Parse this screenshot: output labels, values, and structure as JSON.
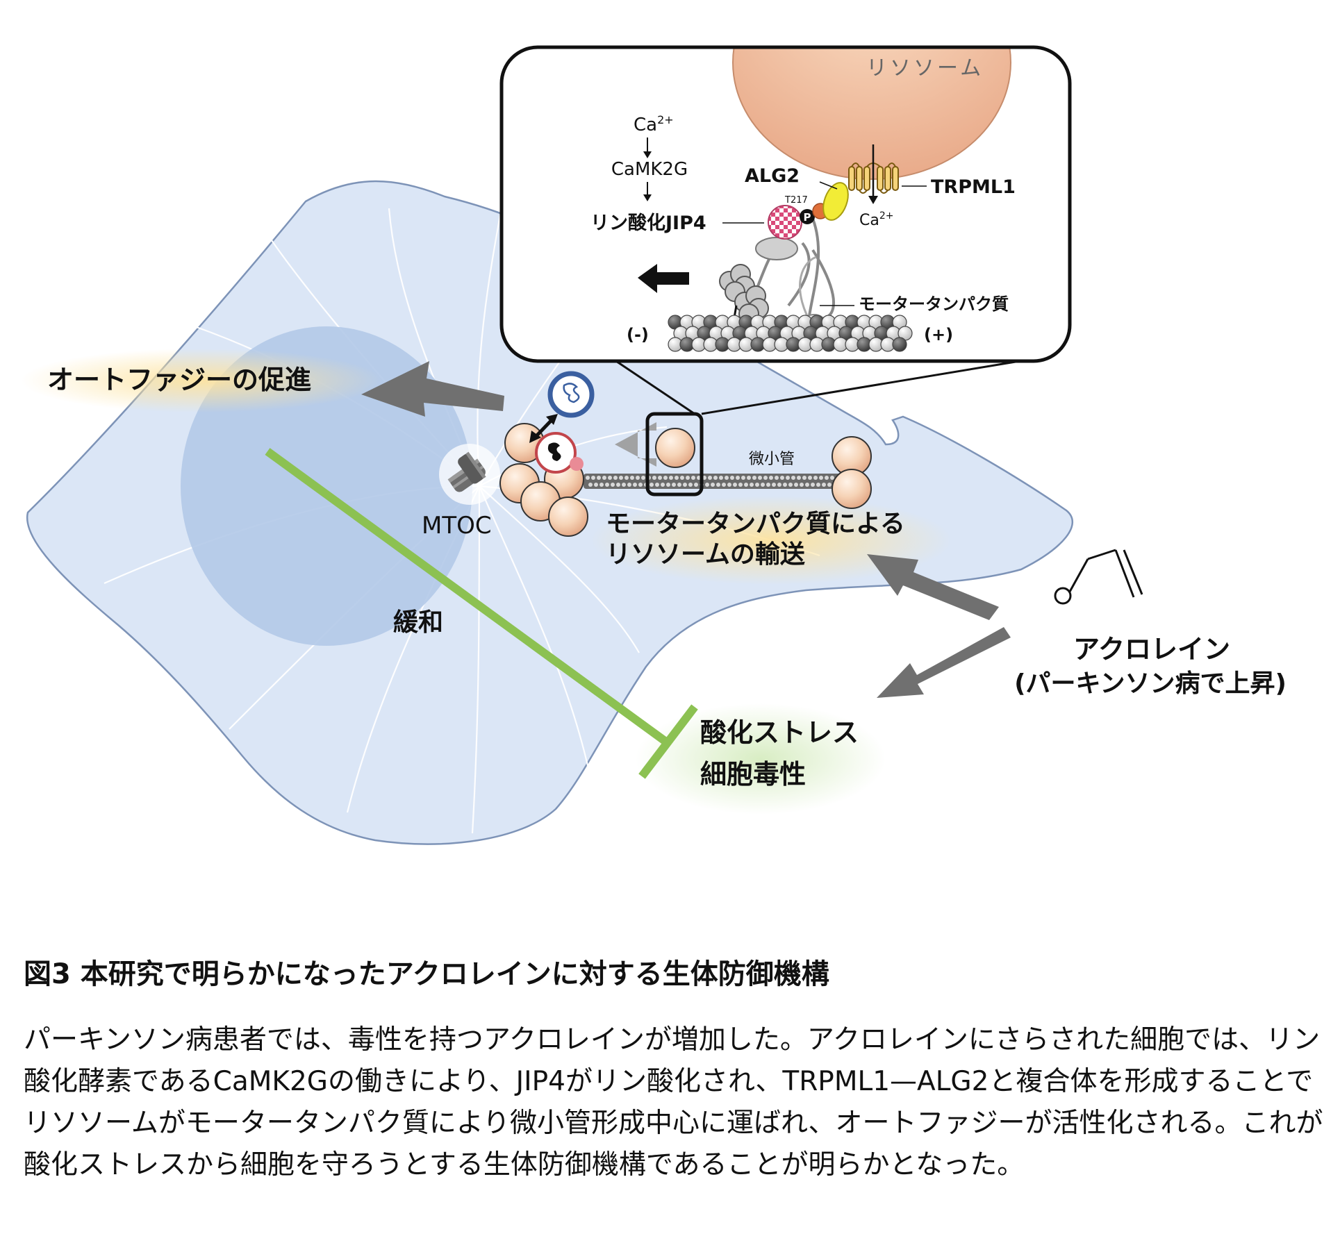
{
  "inset": {
    "lysosome_label": "リソソーム",
    "cascade": {
      "ca": "Ca",
      "ca_sup": "2+",
      "camk": "CaMK2G",
      "jip4": "リン酸化JIP4"
    },
    "alg2": "ALG2",
    "trpml1": "TRPML1",
    "t217": "T217",
    "phospho": "P",
    "ca_out": "Ca",
    "ca_out_sup": "2+",
    "motor_protein": "モータータンパク質",
    "minus_end": "(-)",
    "plus_end": "(+)"
  },
  "cell": {
    "autophagy": "オートファジーの促進",
    "microtubule": "微小管",
    "mtoc": "MTOC",
    "transport_line1": "モータータンパク質による",
    "transport_line2": "リソソームの輸送",
    "relief": "緩和",
    "stress_line1": "酸化ストレス",
    "stress_line2": "細胞毒性"
  },
  "acrolein": {
    "name": "アクロレイン",
    "note": "(パーキンソン病で上昇)"
  },
  "colors": {
    "cell_fill": "#dbe6f6",
    "nucleus_fill": "#b3c9e8",
    "inhibition_green": "#8cc152",
    "arrow_gray": "#707070",
    "lysosome_peach": "#f3c9a6",
    "highlight_yellow": "#fde8a8"
  },
  "caption": {
    "title": "図3 本研究で明らかになったアクロレインに対する生体防御機構",
    "body": "パーキンソン病患者では、毒性を持つアクロレインが増加した。アクロレインにさらされた細胞では、リン酸化酵素であるCaMK2Gの働きにより、JIP4がリン酸化され、TRPML1—ALG2と複合体を形成することでリソソームがモータータンパク質により微小管形成中心に運ばれ、オートファジーが活性化される。これが酸化ストレスから細胞を守ろうとする生体防御機構であることが明らかとなった。"
  }
}
